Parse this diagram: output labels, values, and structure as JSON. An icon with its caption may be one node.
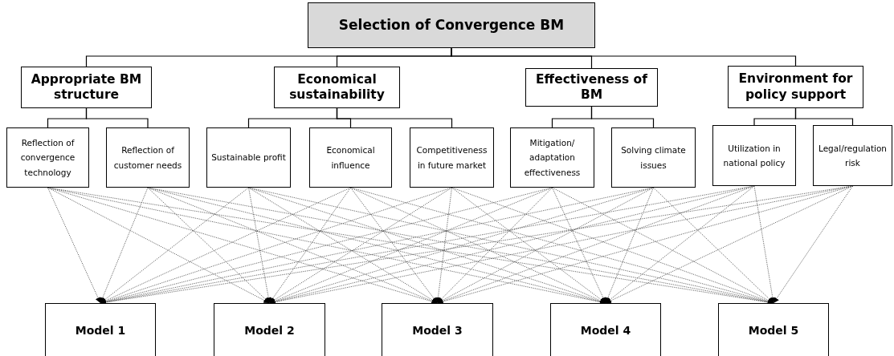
{
  "diagram": {
    "nodes": [
      {
        "text": [
          "Selection of Convergence BM"
        ]
      },
      {
        "text": [
          "Appropriate BM structure"
        ]
      },
      {
        "text": [
          "Economical sustainability"
        ]
      },
      {
        "text": [
          "Effectiveness of BM"
        ]
      },
      {
        "text": [
          "Environment for policy support"
        ]
      },
      {
        "text": [
          "Reflection of convergence technology"
        ]
      },
      {
        "text": [
          "Reflection of customer needs"
        ]
      },
      {
        "text": [
          "Sustainable profit"
        ]
      },
      {
        "text": [
          "Economical influence"
        ]
      },
      {
        "text": [
          "Competitiveness in future market"
        ]
      },
      {
        "text": [
          "Mitigation/ adaptation effectiveness"
        ]
      },
      {
        "text": [
          "Solving climate issues"
        ]
      },
      {
        "text": [
          "Utilization in national policy"
        ]
      },
      {
        "text": [
          "Legal/regulation risk"
        ]
      },
      {
        "text": [
          "Model 1"
        ]
      },
      {
        "text": [
          "Model 2"
        ]
      },
      {
        "text": [
          "Model 3"
        ]
      },
      {
        "text": [
          "Model 4"
        ]
      },
      {
        "text": [
          "Model 5"
        ]
      }
    ],
    "edges": [
      {
        "from": 0,
        "to": 1,
        "arrow": "none"
      },
      {
        "from": 0,
        "to": 2,
        "arrow": "none"
      },
      {
        "from": 0,
        "to": 3,
        "arrow": "none"
      },
      {
        "from": 0,
        "to": 4,
        "arrow": "none"
      },
      {
        "from": 1,
        "to": 5,
        "arrow": "none"
      },
      {
        "from": 1,
        "to": 6,
        "arrow": "none"
      },
      {
        "from": 2,
        "to": 7,
        "arrow": "none"
      },
      {
        "from": 2,
        "to": 8,
        "arrow": "none"
      },
      {
        "from": 2,
        "to": 9,
        "arrow": "none"
      },
      {
        "from": 3,
        "to": 10,
        "arrow": "none"
      },
      {
        "from": 3,
        "to": 11,
        "arrow": "none"
      },
      {
        "from": 4,
        "to": 12,
        "arrow": "none"
      },
      {
        "from": 4,
        "to": 13,
        "arrow": "none"
      },
      {
        "from": 5,
        "to": 14,
        "arrow": "to",
        "style": "dashed"
      },
      {
        "from": 5,
        "to": 15,
        "arrow": "to",
        "style": "dashed"
      },
      {
        "from": 5,
        "to": 16,
        "arrow": "to",
        "style": "dashed"
      },
      {
        "from": 5,
        "to": 17,
        "arrow": "to",
        "style": "dashed"
      },
      {
        "from": 5,
        "to": 18,
        "arrow": "to",
        "style": "dashed"
      },
      {
        "from": 6,
        "to": 14,
        "arrow": "to",
        "style": "dashed"
      },
      {
        "from": 6,
        "to": 15,
        "arrow": "to",
        "style": "dashed"
      },
      {
        "from": 6,
        "to": 16,
        "arrow": "to",
        "style": "dashed"
      },
      {
        "from": 6,
        "to": 17,
        "arrow": "to",
        "style": "dashed"
      },
      {
        "from": 6,
        "to": 18,
        "arrow": "to",
        "style": "dashed"
      },
      {
        "from": 7,
        "to": 14,
        "arrow": "to",
        "style": "dashed"
      },
      {
        "from": 7,
        "to": 15,
        "arrow": "to",
        "style": "dashed"
      },
      {
        "from": 7,
        "to": 16,
        "arrow": "to",
        "style": "dashed"
      },
      {
        "from": 7,
        "to": 17,
        "arrow": "to",
        "style": "dashed"
      },
      {
        "from": 7,
        "to": 18,
        "arrow": "to",
        "style": "dashed"
      },
      {
        "from": 8,
        "to": 14,
        "arrow": "to",
        "style": "dashed"
      },
      {
        "from": 8,
        "to": 15,
        "arrow": "to",
        "style": "dashed"
      },
      {
        "from": 8,
        "to": 16,
        "arrow": "to",
        "style": "dashed"
      },
      {
        "from": 8,
        "to": 17,
        "arrow": "to",
        "style": "dashed"
      },
      {
        "from": 8,
        "to": 18,
        "arrow": "to",
        "style": "dashed"
      },
      {
        "from": 9,
        "to": 14,
        "arrow": "to",
        "style": "dashed"
      },
      {
        "from": 9,
        "to": 15,
        "arrow": "to",
        "style": "dashed"
      },
      {
        "from": 9,
        "to": 16,
        "arrow": "to",
        "style": "dashed"
      },
      {
        "from": 9,
        "to": 17,
        "arrow": "to",
        "style": "dashed"
      },
      {
        "from": 9,
        "to": 18,
        "arrow": "to",
        "style": "dashed"
      },
      {
        "from": 10,
        "to": 14,
        "arrow": "to",
        "style": "dashed"
      },
      {
        "from": 10,
        "to": 15,
        "arrow": "to",
        "style": "dashed"
      },
      {
        "from": 10,
        "to": 16,
        "arrow": "to",
        "style": "dashed"
      },
      {
        "from": 10,
        "to": 17,
        "arrow": "to",
        "style": "dashed"
      },
      {
        "from": 10,
        "to": 18,
        "arrow": "to",
        "style": "dashed"
      },
      {
        "from": 11,
        "to": 14,
        "arrow": "to",
        "style": "dashed"
      },
      {
        "from": 11,
        "to": 15,
        "arrow": "to",
        "style": "dashed"
      },
      {
        "from": 11,
        "to": 16,
        "arrow": "to",
        "style": "dashed"
      },
      {
        "from": 11,
        "to": 17,
        "arrow": "to",
        "style": "dashed"
      },
      {
        "from": 11,
        "to": 18,
        "arrow": "to",
        "style": "dashed"
      },
      {
        "from": 12,
        "to": 14,
        "arrow": "to",
        "style": "dashed"
      },
      {
        "from": 12,
        "to": 15,
        "arrow": "to",
        "style": "dashed"
      },
      {
        "from": 12,
        "to": 16,
        "arrow": "to",
        "style": "dashed"
      },
      {
        "from": 12,
        "to": 17,
        "arrow": "to",
        "style": "dashed"
      },
      {
        "from": 12,
        "to": 18,
        "arrow": "to",
        "style": "dashed"
      },
      {
        "from": 13,
        "to": 14,
        "arrow": "to",
        "style": "dashed"
      },
      {
        "from": 13,
        "to": 15,
        "arrow": "to",
        "style": "dashed"
      },
      {
        "from": 13,
        "to": 16,
        "arrow": "to",
        "style": "dashed"
      },
      {
        "from": 13,
        "to": 17,
        "arrow": "to",
        "style": "dashed"
      },
      {
        "from": 13,
        "to": 18,
        "arrow": "to",
        "style": "dashed"
      }
    ]
  }
}
